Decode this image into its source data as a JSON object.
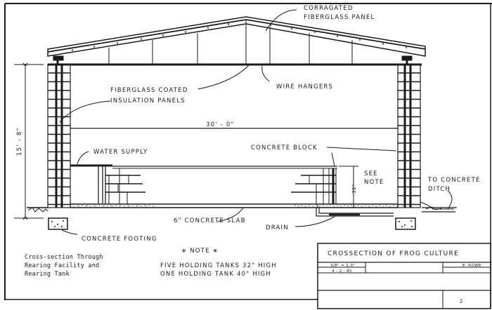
{
  "drawing": {
    "callouts": {
      "roof_panel_line1": "CORRAGATED",
      "roof_panel_line2": "FIBERGLASS PANEL",
      "insulation_line1": "FIBERGLASS  COATED",
      "insulation_line2": "INSULATION  PANELS",
      "wire_hangers": "WIRE  HANGERS",
      "water_supply": "WATER  SUPPLY",
      "concrete_block": "CONCRETE  BLOCK",
      "see_note_line1": "SEE",
      "see_note_line2": "NOTE",
      "to_ditch_line1": "TO CONCRETE",
      "to_ditch_line2": "DITCH",
      "concrete_slab": "6\"  CONCRETE  SLAB",
      "drain": "DRAIN",
      "concrete_footing": "CONCRETE  FOOTING"
    },
    "dimensions": {
      "width": "30' - 0\"",
      "wall_height": "15' - 8\"",
      "tank_height": "32\""
    },
    "caption": {
      "line1": "Cross-section Through",
      "line2": "Rearing Facility and",
      "line3": "Rearing Tank"
    },
    "note": {
      "heading": "∗  NOTE  ∗",
      "line1": "FIVE  HOLDING TANKS  32\"  HIGH",
      "line2": "ONE  HOLDING  TANK   40\"   HIGH"
    }
  },
  "title_block": {
    "title": "CROSSECTION   OF   FROG  CULTURE",
    "scale": "3/8\" = 1-0\"",
    "date": "4 - 2 - 85",
    "drawn_by": "E. ROWE",
    "sheet_number": "2"
  }
}
